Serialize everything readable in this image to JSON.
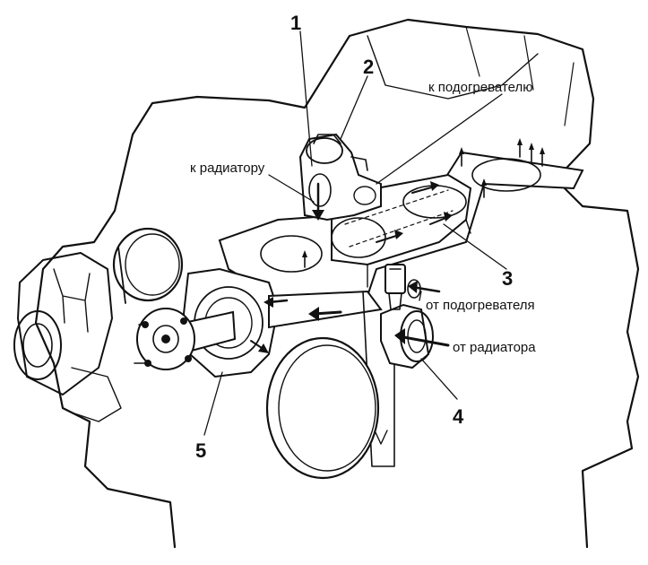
{
  "diagram": {
    "callouts": [
      {
        "id": "1",
        "text": "1"
      },
      {
        "id": "2",
        "text": "2"
      },
      {
        "id": "3",
        "text": "3"
      },
      {
        "id": "4",
        "text": "4"
      },
      {
        "id": "5",
        "text": "5"
      }
    ],
    "labels": {
      "to_heater": "к подогревателю",
      "to_radiator": "к радиатору",
      "from_heater": "от подогревателя",
      "from_radiator": "от радиатора"
    },
    "colors": {
      "ink": "#111111",
      "paper": "#ffffff"
    }
  }
}
